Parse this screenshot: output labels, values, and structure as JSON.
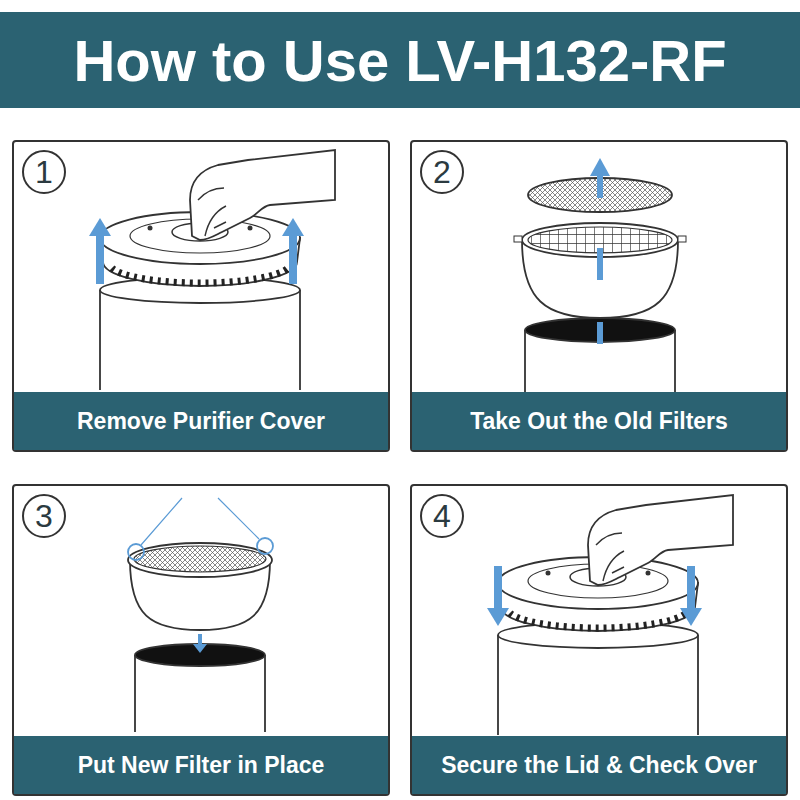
{
  "diagram": {
    "title": "How to Use LV-H132-RF",
    "nodes": [
      {
        "text": [
          "Remove Purifier Cover"
        ]
      },
      {
        "text": [
          "1"
        ],
        "in": 0
      },
      {
        "text": [
          "Take Out the Old Filters"
        ]
      },
      {
        "text": [
          "2"
        ],
        "in": 2
      },
      {
        "text": [
          "Put New Filter in Place"
        ]
      },
      {
        "text": [
          "3"
        ],
        "in": 4
      },
      {
        "text": [
          "Secure the Lid & Check Over"
        ]
      },
      {
        "text": [
          "4"
        ],
        "in": 6
      }
    ]
  }
}
